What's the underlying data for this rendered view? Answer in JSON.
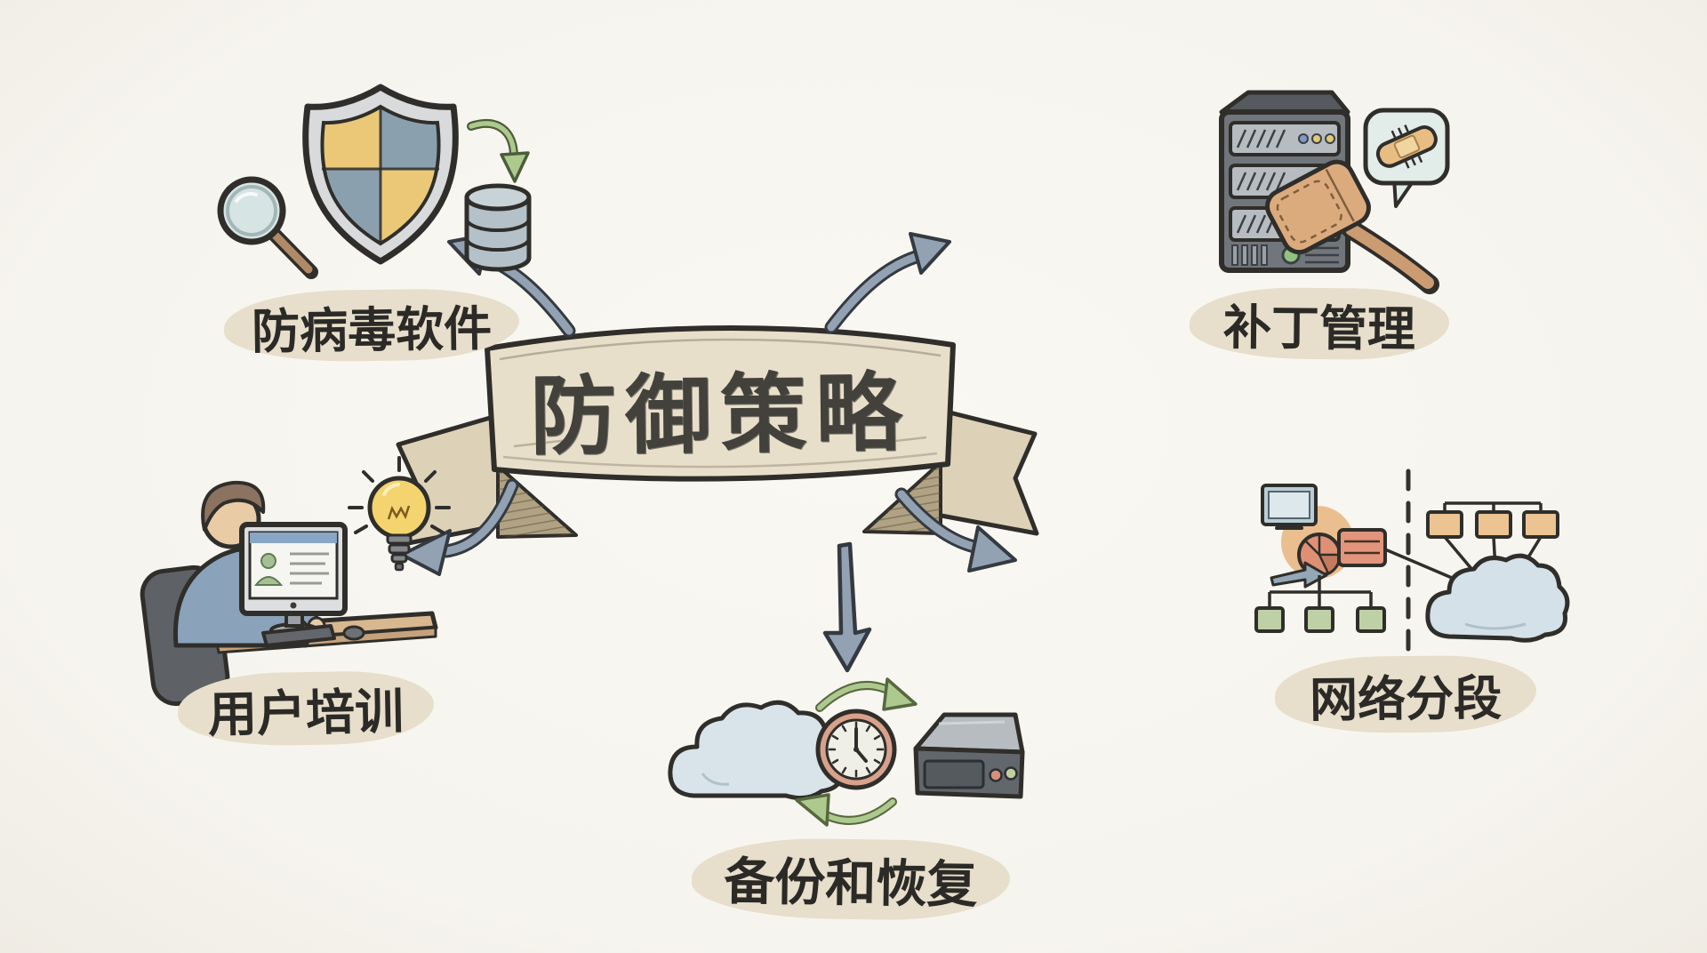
{
  "title": {
    "text": "防御策略"
  },
  "nodes": [
    {
      "id": "antivirus",
      "label": "防病毒软件",
      "icons": [
        "magnifier-icon",
        "shield-icon",
        "download-arrow-icon",
        "database-icon"
      ]
    },
    {
      "id": "patch-management",
      "label": "补丁管理",
      "icons": [
        "server-rack-icon",
        "patch-brush-icon",
        "bandage-speech-bubble-icon"
      ]
    },
    {
      "id": "user-training",
      "label": "用户培训",
      "icons": [
        "person-at-computer-icon",
        "lightbulb-icon"
      ]
    },
    {
      "id": "backup-recovery",
      "label": "备份和恢复",
      "icons": [
        "cloud-icon",
        "clock-icon",
        "sync-arrows-icon",
        "hard-drive-icon"
      ]
    },
    {
      "id": "network-segmentation",
      "label": "网络分段",
      "icons": [
        "workstation-icon",
        "pie-chart-icon",
        "firewall-icon",
        "lan-tree-icon",
        "dashed-divider-icon",
        "network-cloud-icon"
      ]
    }
  ],
  "colors": {
    "background": "#f6f4ee",
    "outline": "#2f2e2a",
    "banner_fill": "#e8dfca",
    "banner_dark": "#ddd2b8",
    "fold": "#b0a283",
    "band": "#e7decb",
    "text": "#2b2a26",
    "arrow_fill": "#93a2b2",
    "arrow_outline": "#343a41",
    "shield_yellow": "#eac878",
    "shield_blue": "#8ba0af",
    "silver": "#d9dadc",
    "green_arrow": "#aec98e",
    "skin": "#e9cba6",
    "hair": "#8b7261",
    "shirt": "#8aa2ba",
    "desk": "#d9b78f",
    "gray_dark": "#5e6266",
    "gray_mid": "#9aa0a5",
    "gray_light": "#b6bcc0",
    "salmon": "#dd8f74",
    "clock_rim": "#d8a18b",
    "cloud": "#d9e4ea",
    "orange": "#ecc492",
    "green_box": "#bed1a6",
    "tan": "#dcab7d",
    "bubble": "#e2ece8",
    "screen": "#f5f5f2",
    "blue_bar": "#8aa6c6",
    "lightbulb": "#f3d46e"
  }
}
